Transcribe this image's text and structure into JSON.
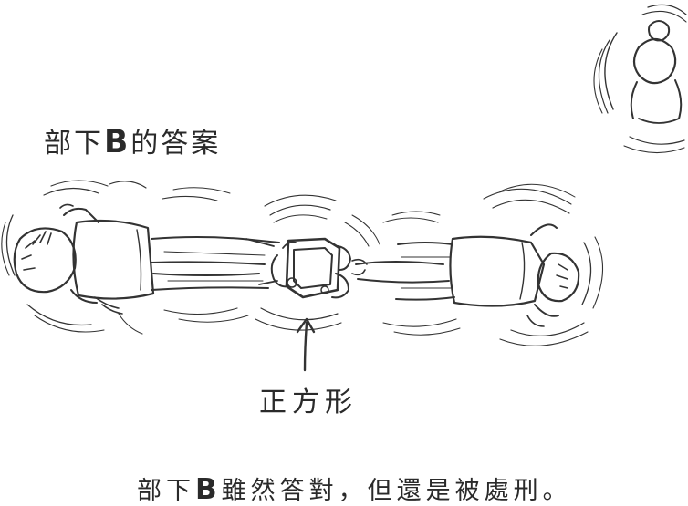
{
  "heading": {
    "prefix": "部下",
    "letter": "B",
    "suffix": "的答案"
  },
  "arrow_label": "正方形",
  "footer": {
    "prefix": "部下",
    "letter": "B",
    "suffix": "雖然答對，但還是被處刑。"
  },
  "colors": {
    "ink": "#2a2a2a",
    "background": "#ffffff"
  }
}
